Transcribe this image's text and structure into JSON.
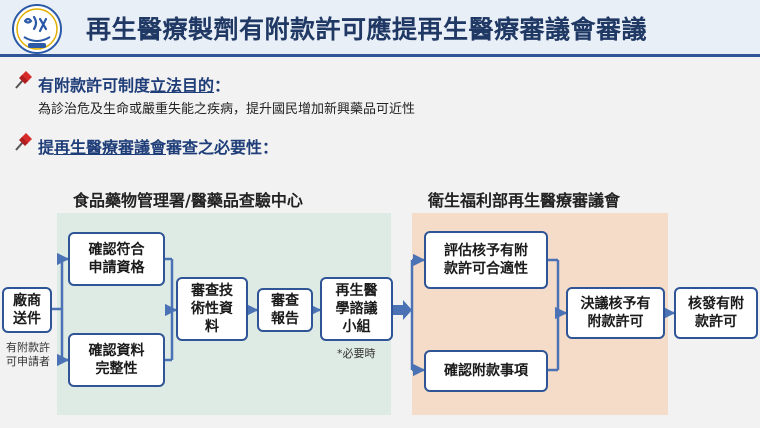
{
  "title": "再生醫療製劑有附款許可應提再生醫療審議會審議",
  "section1": {
    "heading_prefix": "有附款許可制度",
    "heading_underlined": "立法目的",
    "heading_suffix": "：",
    "text": "為診治危及生命或嚴重失能之疾病，提升國民增加新興藥品可近性"
  },
  "section2": {
    "heading_prefix": "提",
    "heading_underlined": "再生醫療審議會",
    "heading_suffix": "審查之必要性："
  },
  "fda_label": "食品藥物管理署/醫藥品查驗中心",
  "mohw_label": "衛生福利部再生醫療審議會",
  "nodes": {
    "applicant": "廠商送件",
    "confirm_eligibility": "確認符合申請資格",
    "confirm_complete": "確認資料完整性",
    "review_tech": "審查技術性資料",
    "review_report": "審查報告",
    "consult_group": "再生醫學諮議小組",
    "evaluate": "評估核予有附款許可合適性",
    "confirm_items": "確認附款事項",
    "decide": "決議核予有附款許可",
    "issue": "核發有附款許可"
  },
  "notes": {
    "applicant_note": "有附款許可申請者",
    "optional": "*必要時"
  },
  "colors": {
    "title": "#1f3864",
    "heading": "#1f3e79",
    "box_border": "#2f5597",
    "connector": "#4a72b5",
    "fda_panel": "#deeae4",
    "mohw_panel": "#f4dcc8",
    "pin": "#d72b2b"
  },
  "icons": {
    "logo": "ministry-logo-icon",
    "pin": "pushpin-icon"
  }
}
